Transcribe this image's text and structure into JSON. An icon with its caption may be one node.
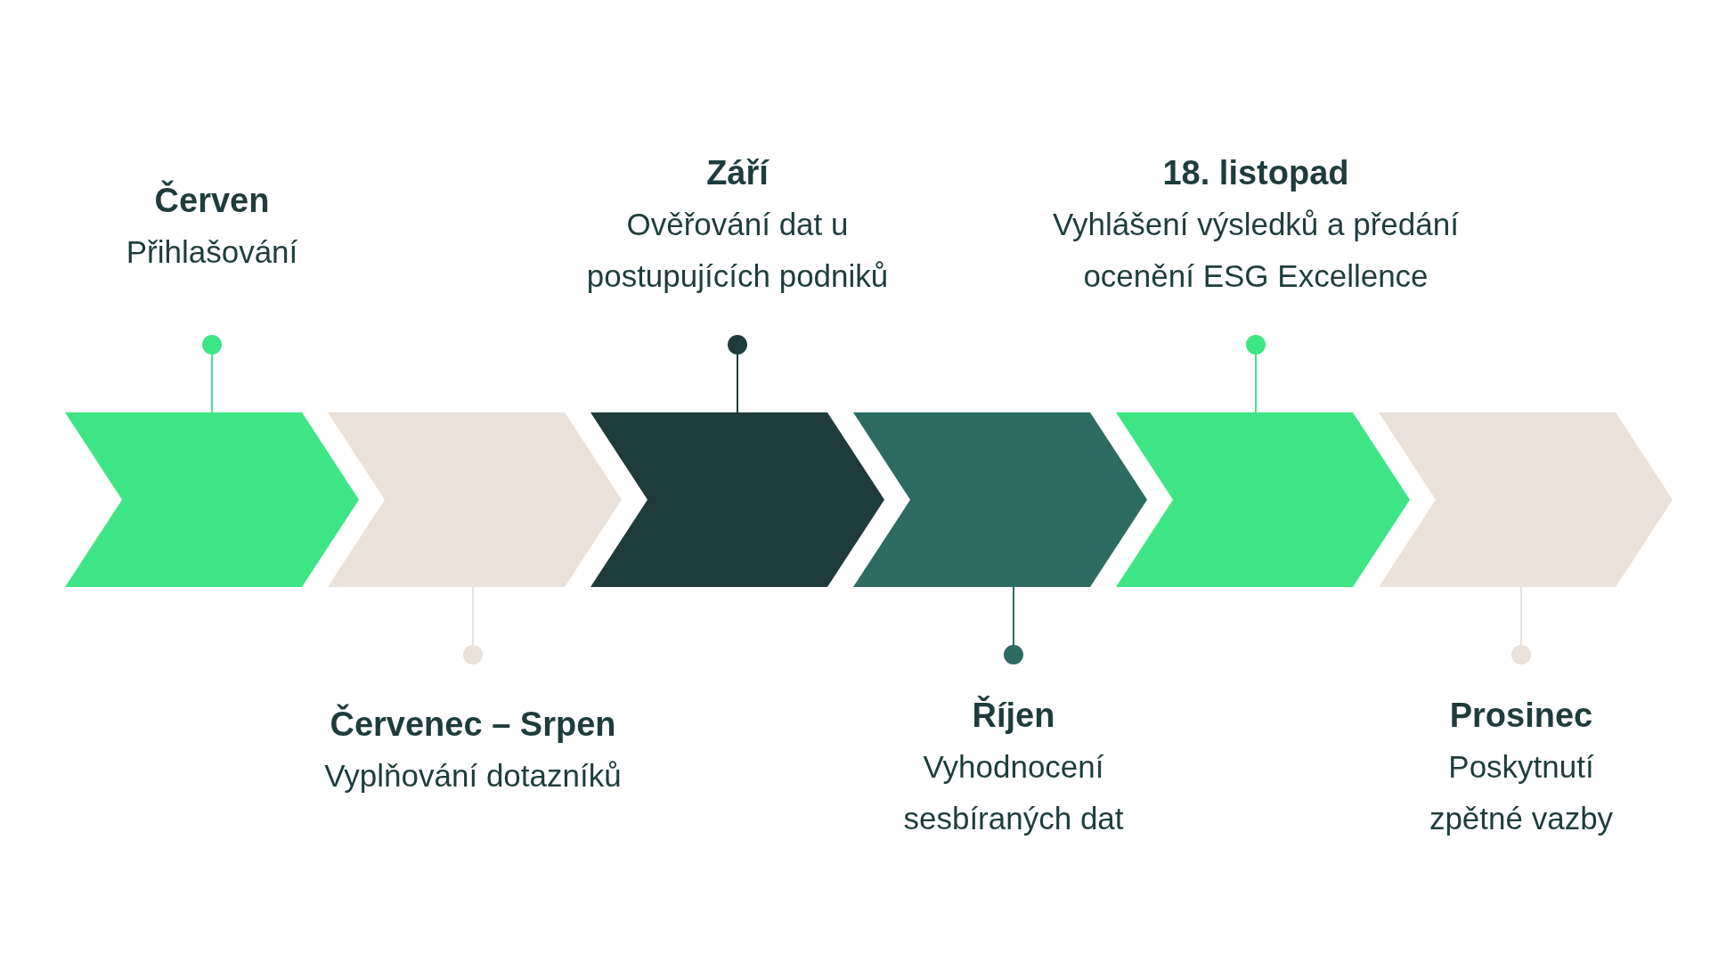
{
  "diagram": {
    "nodes": [
      {
        "text": [],
        "shape": "chevron"
      },
      {
        "text": [],
        "shape": "chevron"
      },
      {
        "text": [],
        "shape": "chevron"
      },
      {
        "text": [],
        "shape": "chevron"
      },
      {
        "text": [],
        "shape": "chevron"
      },
      {
        "text": [],
        "shape": "chevron"
      },
      {
        "text": [
          "Červen",
          "Přihlašování"
        ]
      },
      {
        "text": [
          "Červenec – Srpen",
          "Vyplňování dotazníků"
        ]
      },
      {
        "text": [
          "Září",
          "Ověřování dat u postupujících podniků"
        ]
      },
      {
        "text": [
          "Říjen",
          "Vyhodnocení sesbíraných dat"
        ]
      },
      {
        "text": [
          "18. listopad",
          "Vyhlášení výsledků a předání ocenění ESG Excellence"
        ]
      },
      {
        "text": [
          "Prosinec",
          "Poskytnutí zpětné vazby"
        ]
      }
    ],
    "edges": [
      {
        "from": 6,
        "to": 0,
        "arrow": "other",
        "color": "#3ee584"
      },
      {
        "from": 7,
        "to": 1,
        "arrow": "other",
        "color": "#e9e1da"
      },
      {
        "from": 8,
        "to": 2,
        "arrow": "other",
        "color": "#1f3c3c"
      },
      {
        "from": 9,
        "to": 3,
        "arrow": "other",
        "color": "#2d6b63"
      },
      {
        "from": 10,
        "to": 4,
        "arrow": "other",
        "color": "#3ee584"
      },
      {
        "from": 11,
        "to": 5,
        "arrow": "other",
        "color": "#e9e1da"
      }
    ]
  }
}
